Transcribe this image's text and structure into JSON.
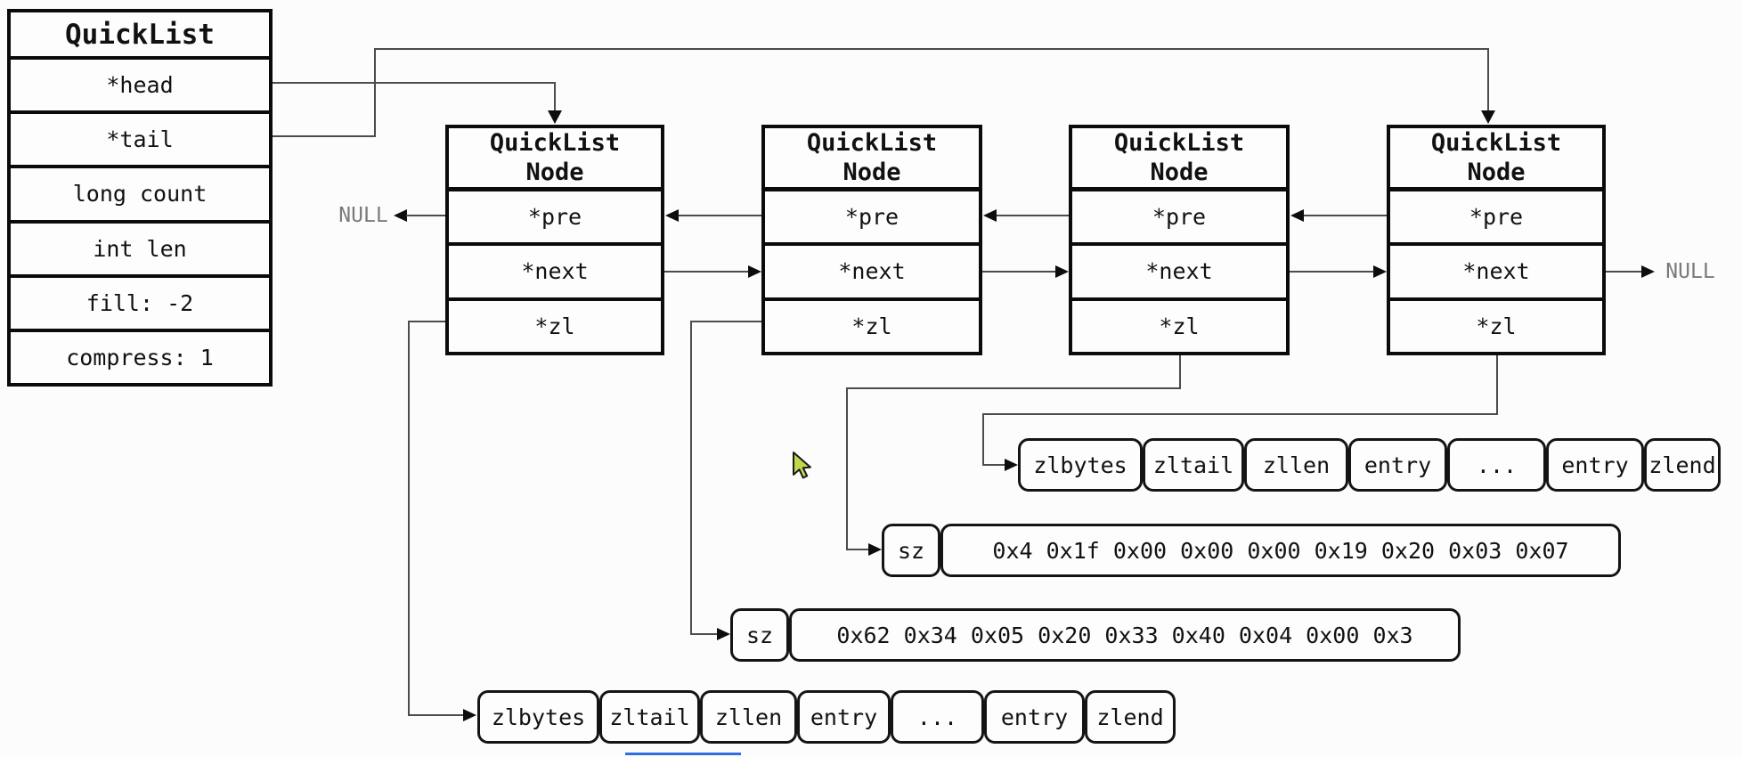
{
  "quicklist_struct": {
    "title": "QuickList",
    "fields": [
      "*head",
      "*tail",
      "long count",
      "int len",
      "fill: -2",
      "compress: 1"
    ]
  },
  "node": {
    "title_line1": "QuickList",
    "title_line2": "Node",
    "fields": [
      "*pre",
      "*next",
      "*zl"
    ]
  },
  "null_labels": {
    "left": "NULL",
    "right": "NULL"
  },
  "ziplist_row_top": {
    "cells": [
      "zlbytes",
      "zltail",
      "zllen",
      "entry",
      "...",
      "entry",
      "zlend"
    ]
  },
  "sz_row_1": {
    "label": "sz",
    "bytes": "0x4 0x1f 0x00 0x00 0x00 0x19 0x20 0x03 0x07"
  },
  "sz_row_2": {
    "label": "sz",
    "bytes": "0x62 0x34 0x05 0x20 0x33 0x40 0x04 0x00 0x3"
  },
  "ziplist_row_bottom": {
    "cells": [
      "zlbytes",
      "zltail",
      "zllen",
      "entry",
      "...",
      "entry",
      "zlend"
    ]
  },
  "colors": {
    "box_border": "#0b0b0b",
    "connector": "#4c4c4c",
    "null_text": "#7a7a7a",
    "cursor_fill": "#c4d64b",
    "background": "#fcfcfc"
  }
}
